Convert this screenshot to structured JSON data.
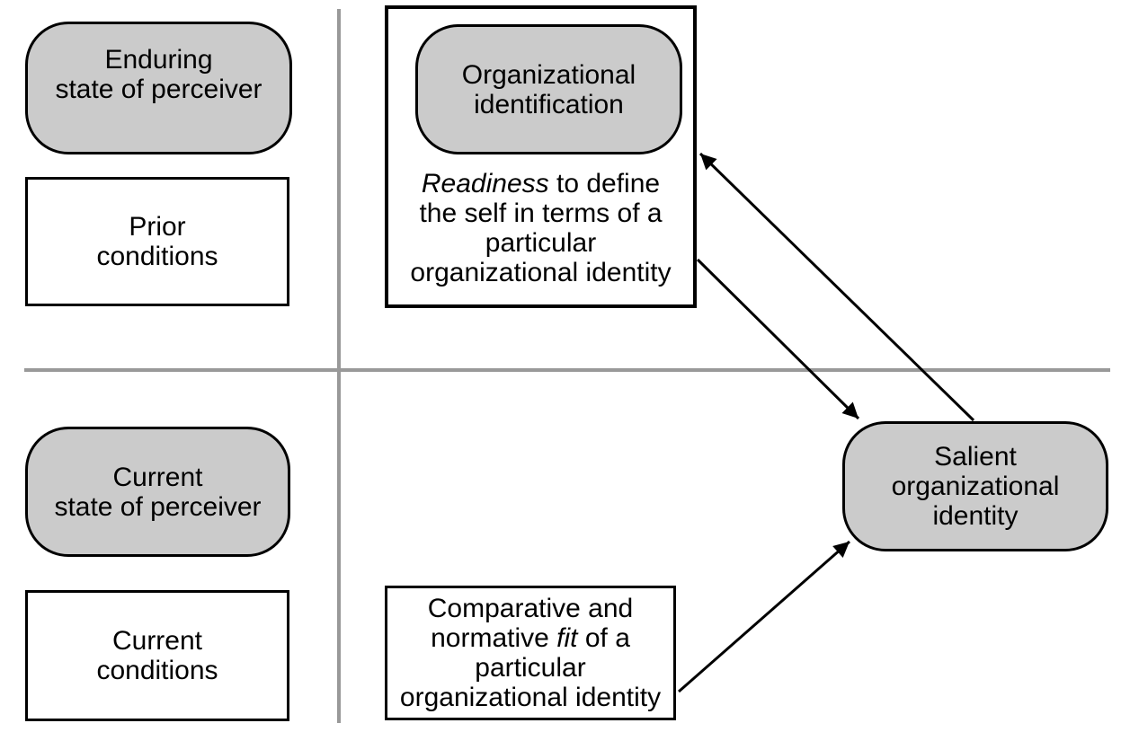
{
  "colors": {
    "node_fill": "#cbcbcb",
    "node_border": "#000000",
    "divider": "#999999",
    "arrow": "#000000",
    "canvas_bg": "#ffffff",
    "text": "#000000"
  },
  "nodes": {
    "enduring_state": {
      "label_lines": [
        "Enduring",
        "state of perceiver"
      ]
    },
    "prior_conditions": {
      "label_lines": [
        "Prior",
        "conditions"
      ]
    },
    "organizational_identification": {
      "label_lines": [
        "Organizational",
        "identification"
      ]
    },
    "readiness_caption": {
      "label_lines": [
        [
          {
            "t": "Readiness",
            "i": true
          },
          {
            "t": " to define"
          }
        ],
        [
          "the self in terms of a"
        ],
        [
          "particular"
        ],
        [
          "organizational identity"
        ]
      ]
    },
    "current_state": {
      "label_lines": [
        "Current",
        "state of perceiver"
      ]
    },
    "current_conditions": {
      "label_lines": [
        "Current",
        "conditions"
      ]
    },
    "comparative_fit": {
      "label_lines": [
        [
          "Comparative and"
        ],
        [
          {
            "t": "normative "
          },
          {
            "t": "fit",
            "i": true
          },
          {
            "t": " of a"
          }
        ],
        [
          "particular"
        ],
        [
          "organizational identity"
        ]
      ]
    },
    "salient_identity": {
      "label_lines": [
        "Salient",
        "organizational",
        "identity"
      ]
    }
  },
  "edges": [
    {
      "from": "salient_identity",
      "to": "organizational_identification",
      "style": "arrow"
    },
    {
      "from": "organizational_identification",
      "to": "salient_identity",
      "style": "arrow"
    },
    {
      "from": "comparative_fit",
      "to": "salient_identity",
      "style": "arrow"
    }
  ]
}
